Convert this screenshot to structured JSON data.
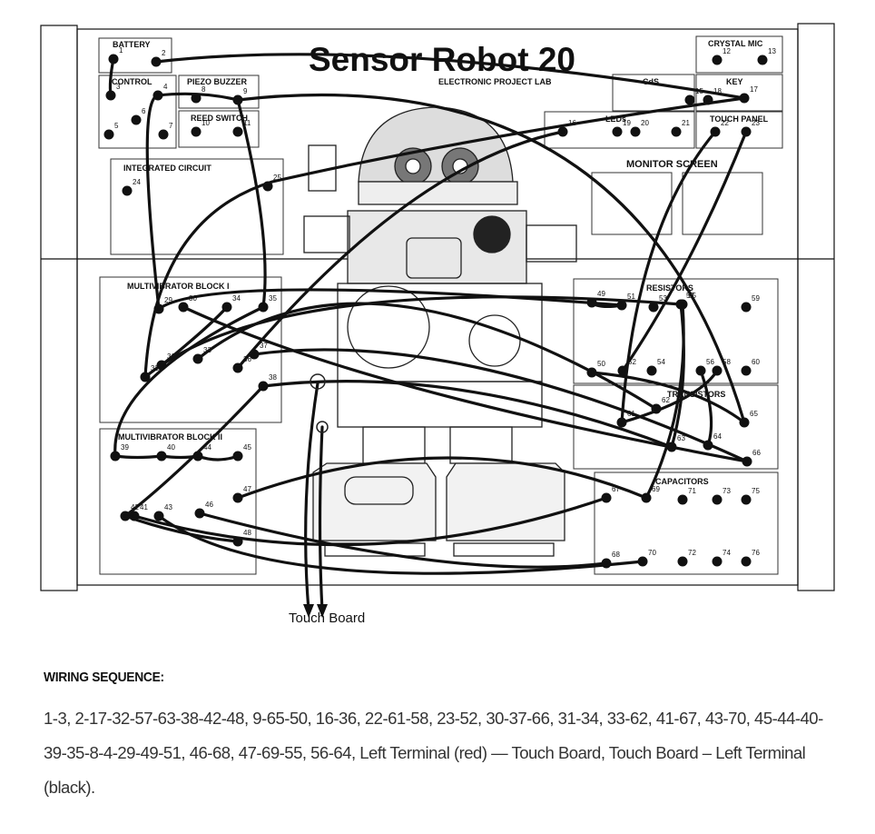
{
  "header": {
    "title": "Sensor Robot 20",
    "subtitle": "ELECTRONIC PROJECT LAB"
  },
  "blocks": {
    "battery": "BATTERY",
    "control": "CONTROL",
    "piezo": "PIEZO BUZZER",
    "reed": "REED SWITCH",
    "ic": "INTEGRATED CIRCUIT",
    "crystal_mic": "CRYSTAL MIC",
    "cds": "CdS",
    "key": "KEY",
    "leds": "LEDs",
    "touch_panel": "TOUCH PANEL",
    "monitor": "MONITOR SCREEN",
    "mv1": "MULTIVIBRATOR BLOCK I",
    "mv2": "MULTIVIBRATOR BLOCK II",
    "resistors": "RESISTORS",
    "transistors": "TRANSISTORS",
    "capacitors": "CAPACITORS"
  },
  "terminals": [
    "1",
    "2",
    "3",
    "4",
    "5",
    "6",
    "7",
    "8",
    "9",
    "10",
    "11",
    "12",
    "13",
    "15",
    "16",
    "17",
    "18",
    "19",
    "20",
    "21",
    "22",
    "23",
    "24",
    "25",
    "29",
    "30",
    "31",
    "32",
    "33",
    "34",
    "35",
    "36",
    "37",
    "38",
    "39",
    "40",
    "41",
    "42",
    "43",
    "44",
    "45",
    "46",
    "47",
    "48",
    "49",
    "50",
    "51",
    "52",
    "53",
    "54",
    "55",
    "56",
    "57",
    "58",
    "59",
    "60",
    "61",
    "62",
    "63",
    "64",
    "65",
    "66",
    "67",
    "68",
    "69",
    "70",
    "71",
    "72",
    "73",
    "74",
    "75",
    "76"
  ],
  "touch_board_label": "Touch Board",
  "wiring": {
    "heading": "WIRING SEQUENCE:",
    "sequence": "1-3, 2-17-32-57-63-38-42-48, 9-65-50, 16-36, 22-61-58, 23-52, 30-37-66, 31-34, 33-62, 41-67, 43-70, 45-44-40-39-35-8-4-29-49-51, 46-68, 47-69-55, 56-64, Left Terminal (red) — Touch Board, Touch Board – Left Terminal (black)."
  }
}
